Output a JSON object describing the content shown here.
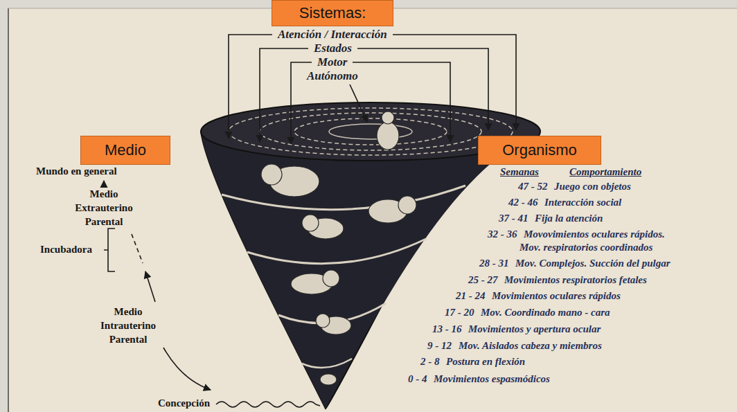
{
  "diagram": {
    "nodes": [
      {
        "text": [
          "Sistemas:"
        ]
      },
      {
        "text": [
          "Medio"
        ]
      },
      {
        "text": [
          "Organismo"
        ]
      }
    ],
    "labels": [
      "Atención / Interacción",
      "Estados",
      "Motor",
      "Autónomo",
      "Mundo en general",
      "Medio Extrauterino Parental",
      "Incubadora",
      "Medio Intrauterino Parental",
      "Concepción",
      "Semanas",
      "Comportamiento",
      "47 - 52",
      "Juego con objetos",
      "42 - 46",
      "Interacción social",
      "37 - 41",
      "Fija la atención",
      "32 - 36",
      "Movovimientos oculares rápidos.",
      "Mov. respiratorios coordinados",
      "28 - 31",
      "Mov. Complejos. Succión del pulgar",
      "25 - 27",
      "Movimientos respiratorios fetales",
      "21 - 24",
      "Movimientos oculares rápidos",
      "17 - 20",
      "Mov. Coordinado mano - cara",
      "13 - 16",
      "Movimientos y apertura ocular",
      "9 - 12",
      "Mov. Aislados cabeza y miembros",
      "2 - 8",
      "Postura en flexión",
      "0 - 4",
      "Movimientos espasmódicos"
    ]
  }
}
